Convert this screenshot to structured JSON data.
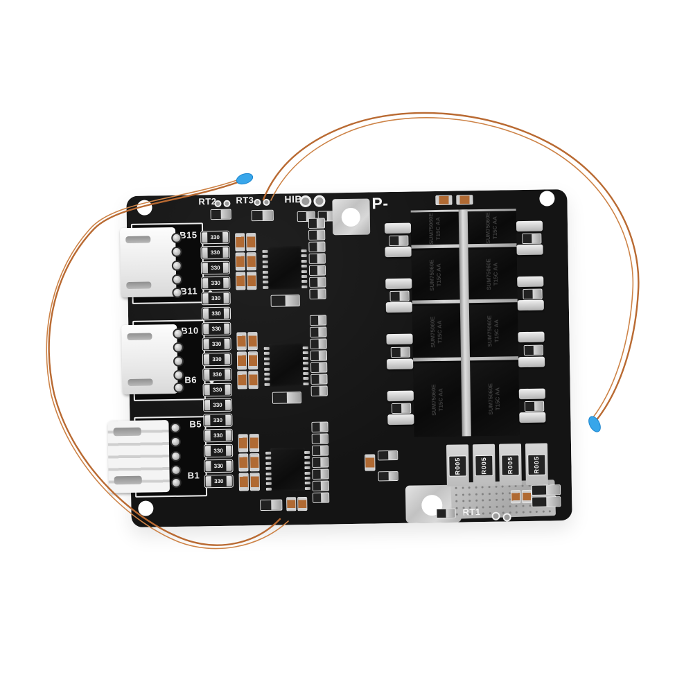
{
  "scene": {
    "description": "Product photo of a black 15S lithium battery BMS protection circuit board on a white background, with two copper thermistor wires ending in blue beads",
    "background_color": "#ffffff",
    "board_color": "#141414",
    "silkscreen_color": "#f2f2f2",
    "wire_color": "#bf7038",
    "bead_color": "#2f9fe8",
    "solder_color": "#c9c9c9",
    "capacitor_color": "#b06a33"
  },
  "labels": {
    "rt1": "RT1",
    "rt2": "RT2",
    "rt3": "RT3",
    "hib": "HIB",
    "p_minus": "P-"
  },
  "connectors": [
    {
      "top": "B15",
      "bottom": "B11",
      "pins": 5
    },
    {
      "top": "B10",
      "bottom": "B6",
      "pins": 5
    },
    {
      "top": "B5",
      "bottom": "B1",
      "pins": 5
    }
  ],
  "resistors": {
    "value": "330",
    "count": 17
  },
  "shunts": {
    "value": "R005",
    "count": 4
  },
  "mosfets": {
    "count": 8,
    "marking": "SUM75060E",
    "date_code": "T15C AA"
  },
  "ics": {
    "count": 3
  },
  "mounting_holes": {
    "count": 4
  },
  "thermistors": {
    "count": 2
  }
}
